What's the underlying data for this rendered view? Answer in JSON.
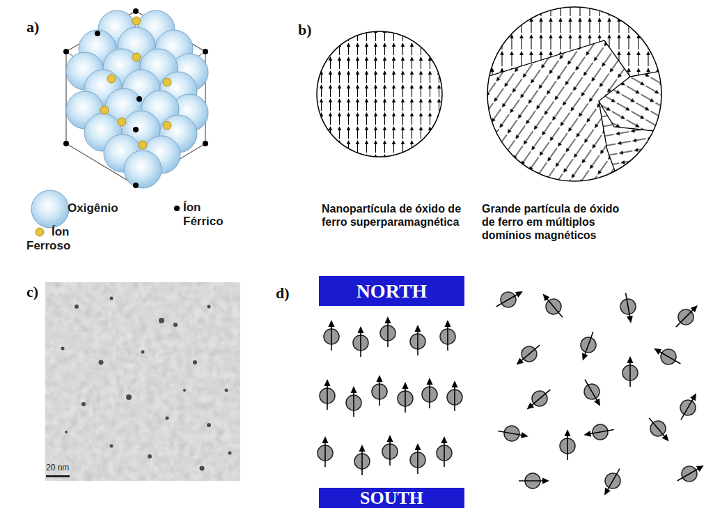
{
  "diagram": {
    "nodes": [
      {
        "text": [
          "NORTH"
        ]
      },
      {
        "text": [
          "SOUTH"
        ]
      }
    ],
    "labels": [
      "a)",
      "b)",
      "Nanopartícula de óxido de ferro superparamagnética",
      "Grande partícula de óxido de ferro em múltiplos domínios magnéticos",
      "c)",
      "20 nm",
      "d)"
    ],
    "legend": [
      {
        "text": "Oxigênio"
      },
      {
        "text": "Íon Férrico"
      },
      {
        "text": "Íon Ferroso"
      }
    ]
  }
}
